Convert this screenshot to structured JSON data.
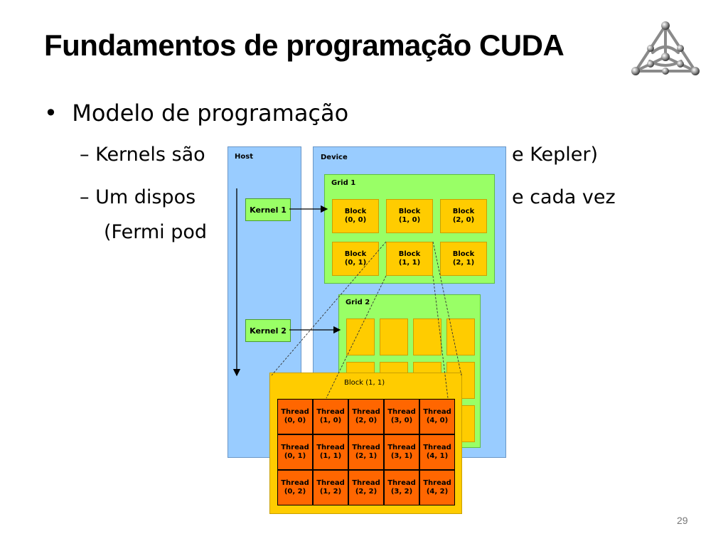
{
  "slide": {
    "title": "Fundamentos de programação CUDA",
    "bullet1": "Modelo de programação",
    "sub1": "– Kernels são",
    "sub1_end": "e Kepler)",
    "sub2": "– Um dispos",
    "sub2_end": "e cada vez",
    "sub2_line2": "(Fermi pod",
    "page_number": "29"
  },
  "diagram": {
    "host_label": "Host",
    "device_label": "Device",
    "kernels": [
      "Kernel 1",
      "Kernel 2"
    ],
    "grid1_label": "Grid 1",
    "grid2_label": "Grid 2",
    "grid1_blocks": [
      [
        "Block",
        "(0, 0)"
      ],
      [
        "Block",
        "(1, 0)"
      ],
      [
        "Block",
        "(2, 0)"
      ],
      [
        "Block",
        "(0, 1)"
      ],
      [
        "Block",
        "(1, 1)"
      ],
      [
        "Block",
        "(2, 1)"
      ]
    ],
    "block_detail_label": "Block (1, 1)",
    "threads": [
      [
        "Thread",
        "(0, 0)"
      ],
      [
        "Thread",
        "(1, 0)"
      ],
      [
        "Thread",
        "(2, 0)"
      ],
      [
        "Thread",
        "(3, 0)"
      ],
      [
        "Thread",
        "(4, 0)"
      ],
      [
        "Thread",
        "(0, 1)"
      ],
      [
        "Thread",
        "(1, 1)"
      ],
      [
        "Thread",
        "(2, 1)"
      ],
      [
        "Thread",
        "(3, 1)"
      ],
      [
        "Thread",
        "(4, 1)"
      ],
      [
        "Thread",
        "(0, 2)"
      ],
      [
        "Thread",
        "(1, 2)"
      ],
      [
        "Thread",
        "(2, 2)"
      ],
      [
        "Thread",
        "(3, 2)"
      ],
      [
        "Thread",
        "(4, 2)"
      ]
    ]
  },
  "icons": {
    "logo": "tetrahedron-molecule-logo"
  },
  "colors": {
    "host_device_bg": "#99ccff",
    "grid_bg": "#99ff66",
    "block_bg": "#ffcc00",
    "thread_bg": "#ff6600"
  }
}
